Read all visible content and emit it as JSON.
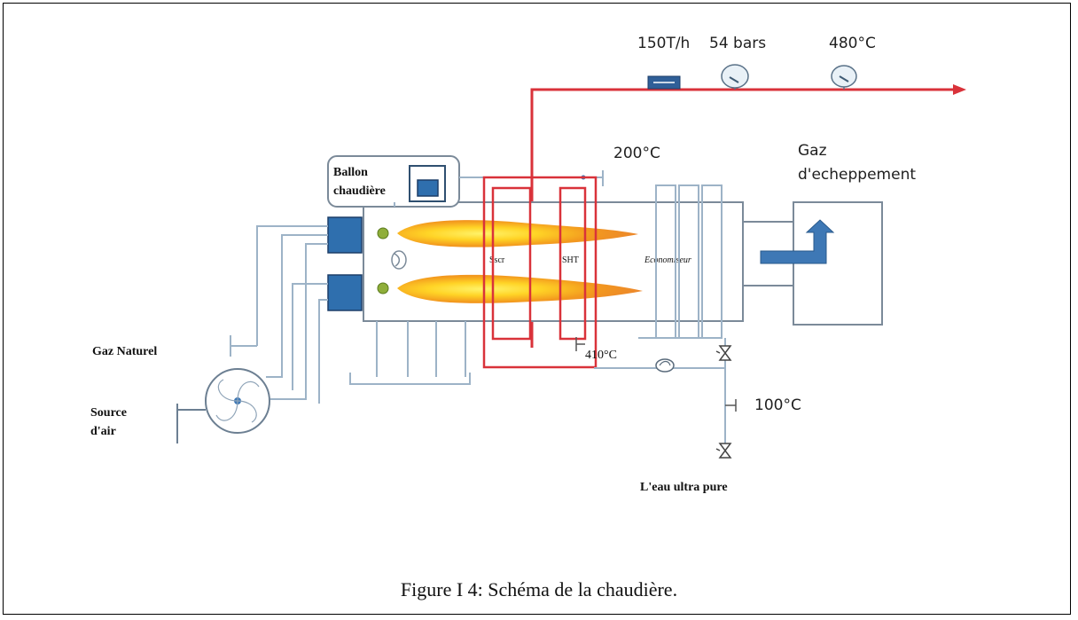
{
  "labels": {
    "flow_rate": "150T/h",
    "pressure": "54 bars",
    "steam_temp": "480°C",
    "temp_200": "200°C",
    "exhaust_line1": "Gaz",
    "exhaust_line2": "d'echeppement",
    "drum_line1": "Ballon",
    "drum_line2": "chaudière",
    "gas_natural": "Gaz Naturel",
    "air_line1": "Source",
    "air_line2": "d'air",
    "temp_410": "410°C",
    "temp_100": "100°C",
    "ultra_pure_water": "L'eau ultra pure"
  },
  "caption": "Figure I 4: Schéma de la chaudière.",
  "colors": {
    "steam_pipe": "#d9323a",
    "water_pipe": "#9db3c7",
    "burner_block": "#2f6fae",
    "flame_outer": "#f08a1c",
    "flame_inner": "#ffe23a",
    "exhaust_arrow": "#3e78b5",
    "frame_border": "#000000"
  }
}
